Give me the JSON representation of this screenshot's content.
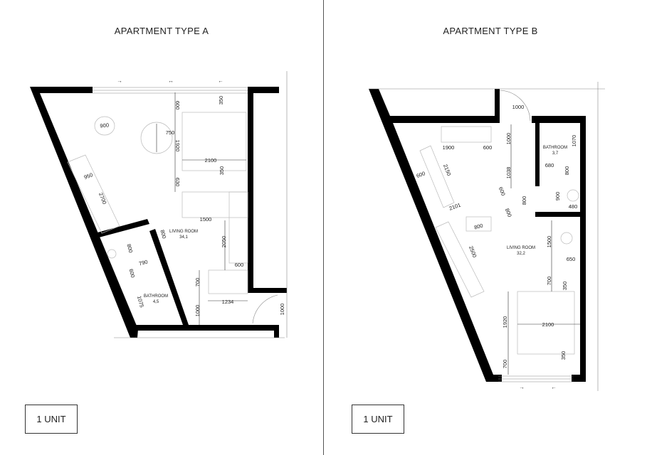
{
  "plan_a": {
    "title": "APARTMENT TYPE A",
    "unit_label": "1 UNIT",
    "rooms": [
      {
        "name": "LIVING ROOM",
        "area": "34,1"
      },
      {
        "name": "BATHROOM",
        "area": "4,5"
      }
    ],
    "dimensions": [
      "900",
      "750",
      "1920",
      "600",
      "350",
      "2100",
      "350",
      "630",
      "950",
      "2700",
      "1500",
      "800",
      "800",
      "2050",
      "790",
      "600",
      "600",
      "700",
      "1075",
      "1234",
      "1000",
      "1000"
    ]
  },
  "plan_b": {
    "title": "APARTMENT TYPE B",
    "unit_label": "1 UNIT",
    "rooms": [
      {
        "name": "LIVING ROOM",
        "area": "32,2"
      },
      {
        "name": "BATHROOM",
        "area": "3,7"
      }
    ],
    "dimensions": [
      "1000",
      "1070",
      "1900",
      "600",
      "1000",
      "2150",
      "600",
      "1038",
      "680",
      "800",
      "2101",
      "600",
      "800",
      "800",
      "900",
      "480",
      "800",
      "2500",
      "1500",
      "650",
      "700",
      "350",
      "1920",
      "2100",
      "700",
      "350"
    ]
  }
}
